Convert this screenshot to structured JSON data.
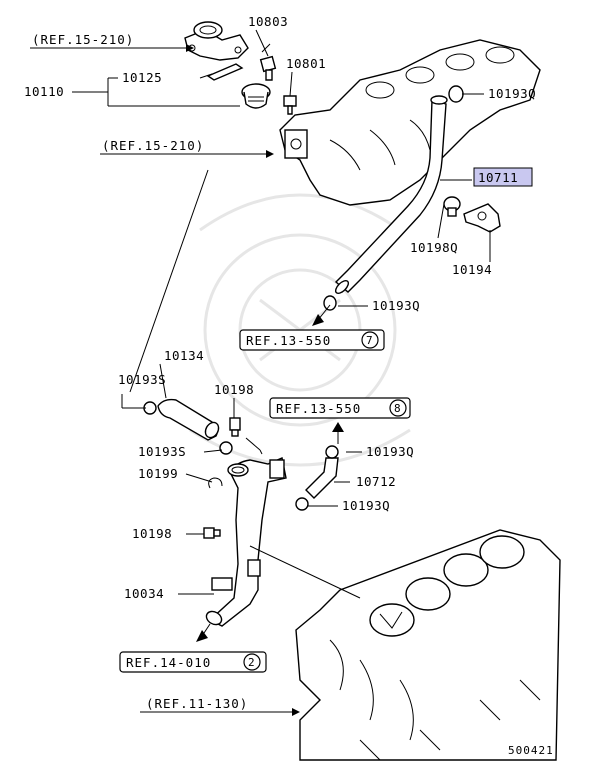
{
  "diagram": {
    "callouts": {
      "c10803": "10803",
      "c10801": "10801",
      "c10110": "10110",
      "c10125": "10125",
      "c10193Q_top": "10193Q",
      "c10711": "10711",
      "c10198Q": "10198Q",
      "c10194": "10194",
      "c10193Q_mid": "10193Q",
      "c10134": "10134",
      "c10193S_a": "10193S",
      "c10198_a": "10198",
      "c10193S_b": "10193S",
      "c10199": "10199",
      "c10193Q_c": "10193Q",
      "c10712": "10712",
      "c10193Q_d": "10193Q",
      "c10198_b": "10198",
      "c10034": "10034"
    },
    "refs": {
      "ref15_210_top": "(REF.15-210)",
      "ref15_210_mid": "(REF.15-210)",
      "ref13_550_7": "REF.13-550",
      "ref13_550_7_num": "7",
      "ref13_550_8": "REF.13-550",
      "ref13_550_8_num": "8",
      "ref14_010_2": "REF.14-010",
      "ref14_010_2_num": "2",
      "ref11_130": "(REF.11-130)"
    },
    "code": "500421",
    "highlight_color": "#c9c8f0"
  }
}
